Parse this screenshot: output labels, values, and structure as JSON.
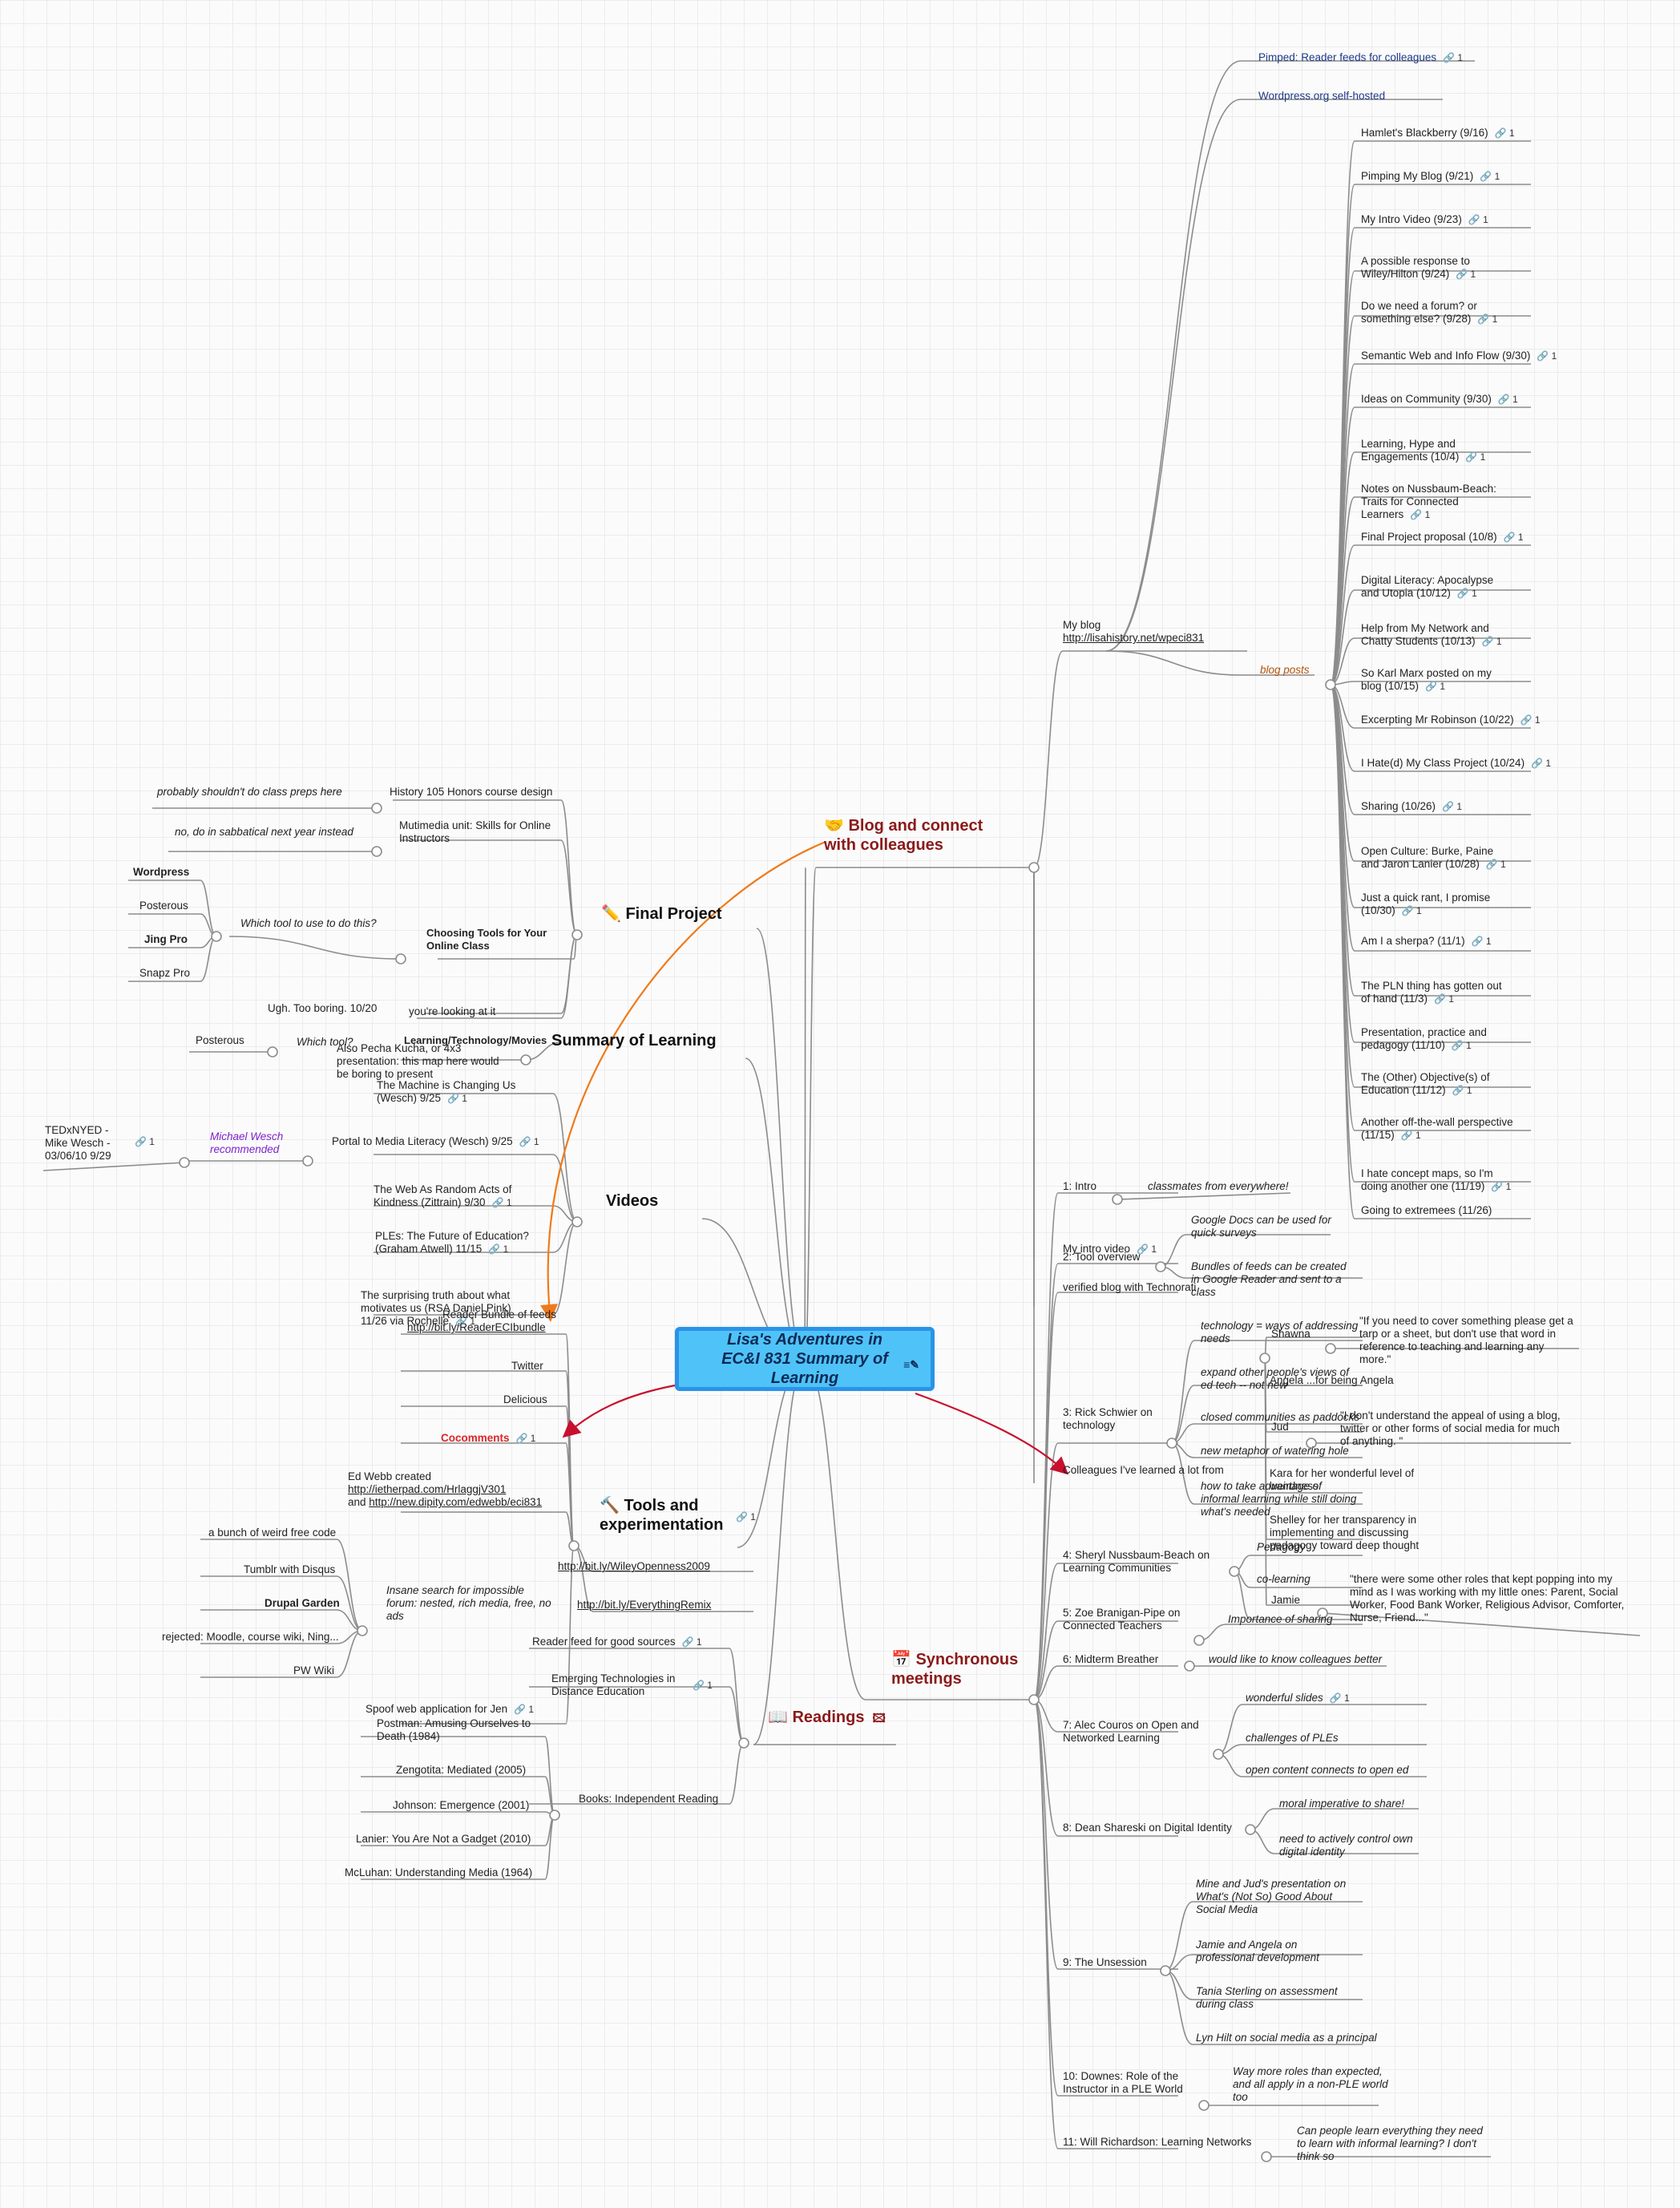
{
  "central": {
    "title": "Lisa's Adventures in EC&I 831 Summary of Learning",
    "icon": "notes-icon"
  },
  "branches": {
    "blog": {
      "emoji": "🤝",
      "label": "Blog and connect with colleagues"
    },
    "final": {
      "emoji": "✏️",
      "label": "Final Project"
    },
    "summary": {
      "label": "Summary of Learning"
    },
    "videos": {
      "label": "Videos"
    },
    "tools": {
      "emoji": "🔨",
      "label": "Tools and experimentation",
      "links": "1"
    },
    "readings": {
      "emoji": "📖",
      "label": "Readings",
      "extra_icon": "image-icon"
    },
    "sync": {
      "emoji": "📅",
      "label": "Synchronous meetings"
    },
    "colleagues": {
      "label": "Colleagues I've learned a lot from"
    }
  },
  "blog": {
    "pimped": "Pimped: Reader feeds for colleagues",
    "wordpress_self": "Wordpress.org self-hosted",
    "myblog": "My blog",
    "myblog_url": "http://lisahistory.net/wpeci831",
    "blog_posts": "blog posts",
    "posts": [
      "Hamlet's Blackberry (9/16)",
      "Pimping My Blog (9/21)",
      "My Intro Video (9/23)",
      "A possible response to Wiley/Hilton (9/24)",
      "Do we need a forum? or something else? (9/28)",
      "Semantic Web and Info Flow (9/30)",
      "Ideas on Community (9/30)",
      "Learning, Hype and Engagements (10/4)",
      "Notes on Nussbaum-Beach: Traits for Connected Learners",
      "Final Project proposal (10/8)",
      "Digital Literacy: Apocalypse and Utopia (10/12)",
      "Help from My Network and Chatty Students (10/13)",
      "So Karl Marx posted on my blog (10/15)",
      "Excerpting Mr Robinson (10/22)",
      "I Hate(d) My Class Project (10/24)",
      "Sharing (10/26)",
      "Open Culture: Burke, Paine and Jaron Lanier (10/28)",
      "Just a quick rant, I promise (10/30)",
      "Am I a sherpa? (11/1)",
      "The PLN thing has gotten out of hand (11/3)",
      "Presentation, practice and pedagogy (11/10)",
      "The (Other) Objective(s) of Education (11/12)",
      "Another off-the-wall perspective (11/15)",
      "I hate concept maps, so I'm doing another one (11/19)",
      "Going to extremees (11/26)"
    ],
    "link_count": "1"
  },
  "final": {
    "history": "History 105 Honors course design",
    "history_note": "probably shouldn't do class preps here",
    "multimedia": "Mutimedia unit: Skills for Online Instructors",
    "multimedia_note": "no, do in sabbatical next year instead",
    "choosing": "Choosing Tools for Your Online Class",
    "which_tool": "Which tool to use to do this?",
    "tools": [
      "Wordpress",
      "Posterous",
      "Jing Pro",
      "Snapz Pro"
    ],
    "ugh": "Ugh. Too boring. 10/20",
    "looking": "you're looking at it"
  },
  "summary": {
    "ltm": "Learning/Technology/Movies",
    "which_tool": "Which tool?",
    "posterous": "Posterous",
    "pecha": "Also Pecha Kucha, or 4x3 presentation: this map here would be boring to present"
  },
  "videos": {
    "machine": "The Machine is Changing Us (Wesch) 9/25",
    "portal": "Portal to Media Literacy (Wesch) 9/25",
    "wesch_rec": "Michael Wesch recommended",
    "tedx": "TEDxNYED - Mike Wesch - 03/06/10 9/29",
    "random": "The Web As Random Acts of Kindness (Zittrain) 9/30",
    "ples": "PLEs: The Future of Education? (Graham Atwell) 11/15",
    "surprising": "The surprising truth about what motivates us (RSA Daniel Pink) 11/26 via Rochelle"
  },
  "tools": {
    "reader_bundle": "Reader Bundle of feeds",
    "reader_bundle_url": "http://bit.ly/ReaderECIbundle",
    "twitter": "Twitter",
    "delicious": "Delicious",
    "cocomments": "Cocomments",
    "ed_webb_1": "Ed Webb created",
    "ed_webb_2": "http://ietherpad.com/HrlaggjV301",
    "ed_webb_3a": "and ",
    "ed_webb_3b": "http://new.dipity.com/edwebb/eci831",
    "insane": "Insane search for impossible forum: nested, rich media, free, no ads",
    "forum_options": [
      "a bunch of weird free code",
      "Tumblr with Disqus",
      "Drupal Garden",
      "rejected: Moodle, course wiki, Ning...",
      "PW Wiki"
    ],
    "spoof": "Spoof web application for Jen"
  },
  "readings": {
    "wiley": "http://bit.ly/WileyOpenness2009",
    "everything": "http://bit.ly/EverythingRemix",
    "reader_feed": "Reader feed for good sources",
    "emerging": "Emerging Technologies in Distance Education",
    "books": "Books: Independent Reading",
    "book_list": [
      "Postman: Amusing Ourselves to Death (1984)",
      "Zengotita: Mediated (2005)",
      "Johnson: Emergence (2001)",
      "Lanier: You Are Not a Gadget (2010)",
      "McLuhan: Understanding Media (1964)"
    ]
  },
  "sync": {
    "intro": "1: Intro",
    "intro_note": "classmates from everywhere!",
    "tool_overview": "2: Tool overview",
    "myintro_video": "My intro video",
    "google_docs": "Google Docs can be used for quick surveys",
    "bundles": "Bundles of feeds can be created in Google Reader and sent to a class",
    "technorati": "verified blog with Technorati",
    "schwier": "3: Rick Schwier on technology",
    "schwier_notes": [
      "technology = ways of addressing needs",
      "expand other people's views of ed tech -- not new",
      "closed communities as paddocks",
      "new metaphor of watering hole",
      "how to take advantage of informal learning while still doing what's needed"
    ],
    "nussbaum": "4: Sheryl Nussbaum-Beach on Learning Communities",
    "nussbaum_notes": [
      "Pedagogy",
      "co-learning",
      "Importance of sharing"
    ],
    "branigan": "5: Zoe Branigan-Pipe on Connected Teachers",
    "midterm": "6: Midterm Breather",
    "midterm_note": "would like to know colleagues better",
    "couros": "7: Alec Couros on Open and Networked Learning",
    "couros_notes": [
      "wonderful slides",
      "challenges of PLEs",
      "open content connects to open ed"
    ],
    "shareski": "8: Dean Shareski on Digital Identity",
    "shareski_notes": [
      "moral imperative to share!",
      "need to actively control own digital identity"
    ],
    "unsession": "9: The Unsession",
    "unsession_notes": [
      "Mine and Jud's presentation on What's (Not So) Good About Social Media",
      "Jamie and Angela on professional development",
      "Tania Sterling on assessment during class",
      "Lyn Hilt on social media as a principal"
    ],
    "downes": "10: Downes: Role of the Instructor in a PLE World",
    "downes_note": "Way more roles than expected, and all apply in a non-PLE world too",
    "richardson": "11: Will Richardson: Learning Networks",
    "richardson_note": "Can people learn everything they need to learn with informal learning? I don't think so"
  },
  "colleagues": {
    "shawna": "Shawna",
    "shawna_quote": "\"If you need to cover something please get a tarp or a sheet, but don't use that word in reference to teaching and learning any more.\"",
    "angela": "Angela ...for being Angela",
    "jud": "Jud",
    "jud_quote": "\"I don't understand the appeal of using a blog, twitter or other forms of social media for much of anything. \"",
    "kara": "Kara for her wonderful level of weirdness",
    "shelley": "Shelley for her transparency in implementing and discussing pedagogy toward deep thought",
    "jamie": "Jamie",
    "jamie_quote": "\"there were some other roles that kept popping into my mind as I was working with my little ones: Parent, Social Worker, Food Bank Worker, Religious Advisor, Comforter, Nurse, Friend...\""
  },
  "colors": {
    "connector": "#8c8c8c",
    "orange_arrow": "#f07a1a",
    "red_arrow": "#c8102e",
    "central_fill": "#4fc3f7",
    "central_border": "#2a93e8",
    "maroon": "#8b1a1a"
  }
}
